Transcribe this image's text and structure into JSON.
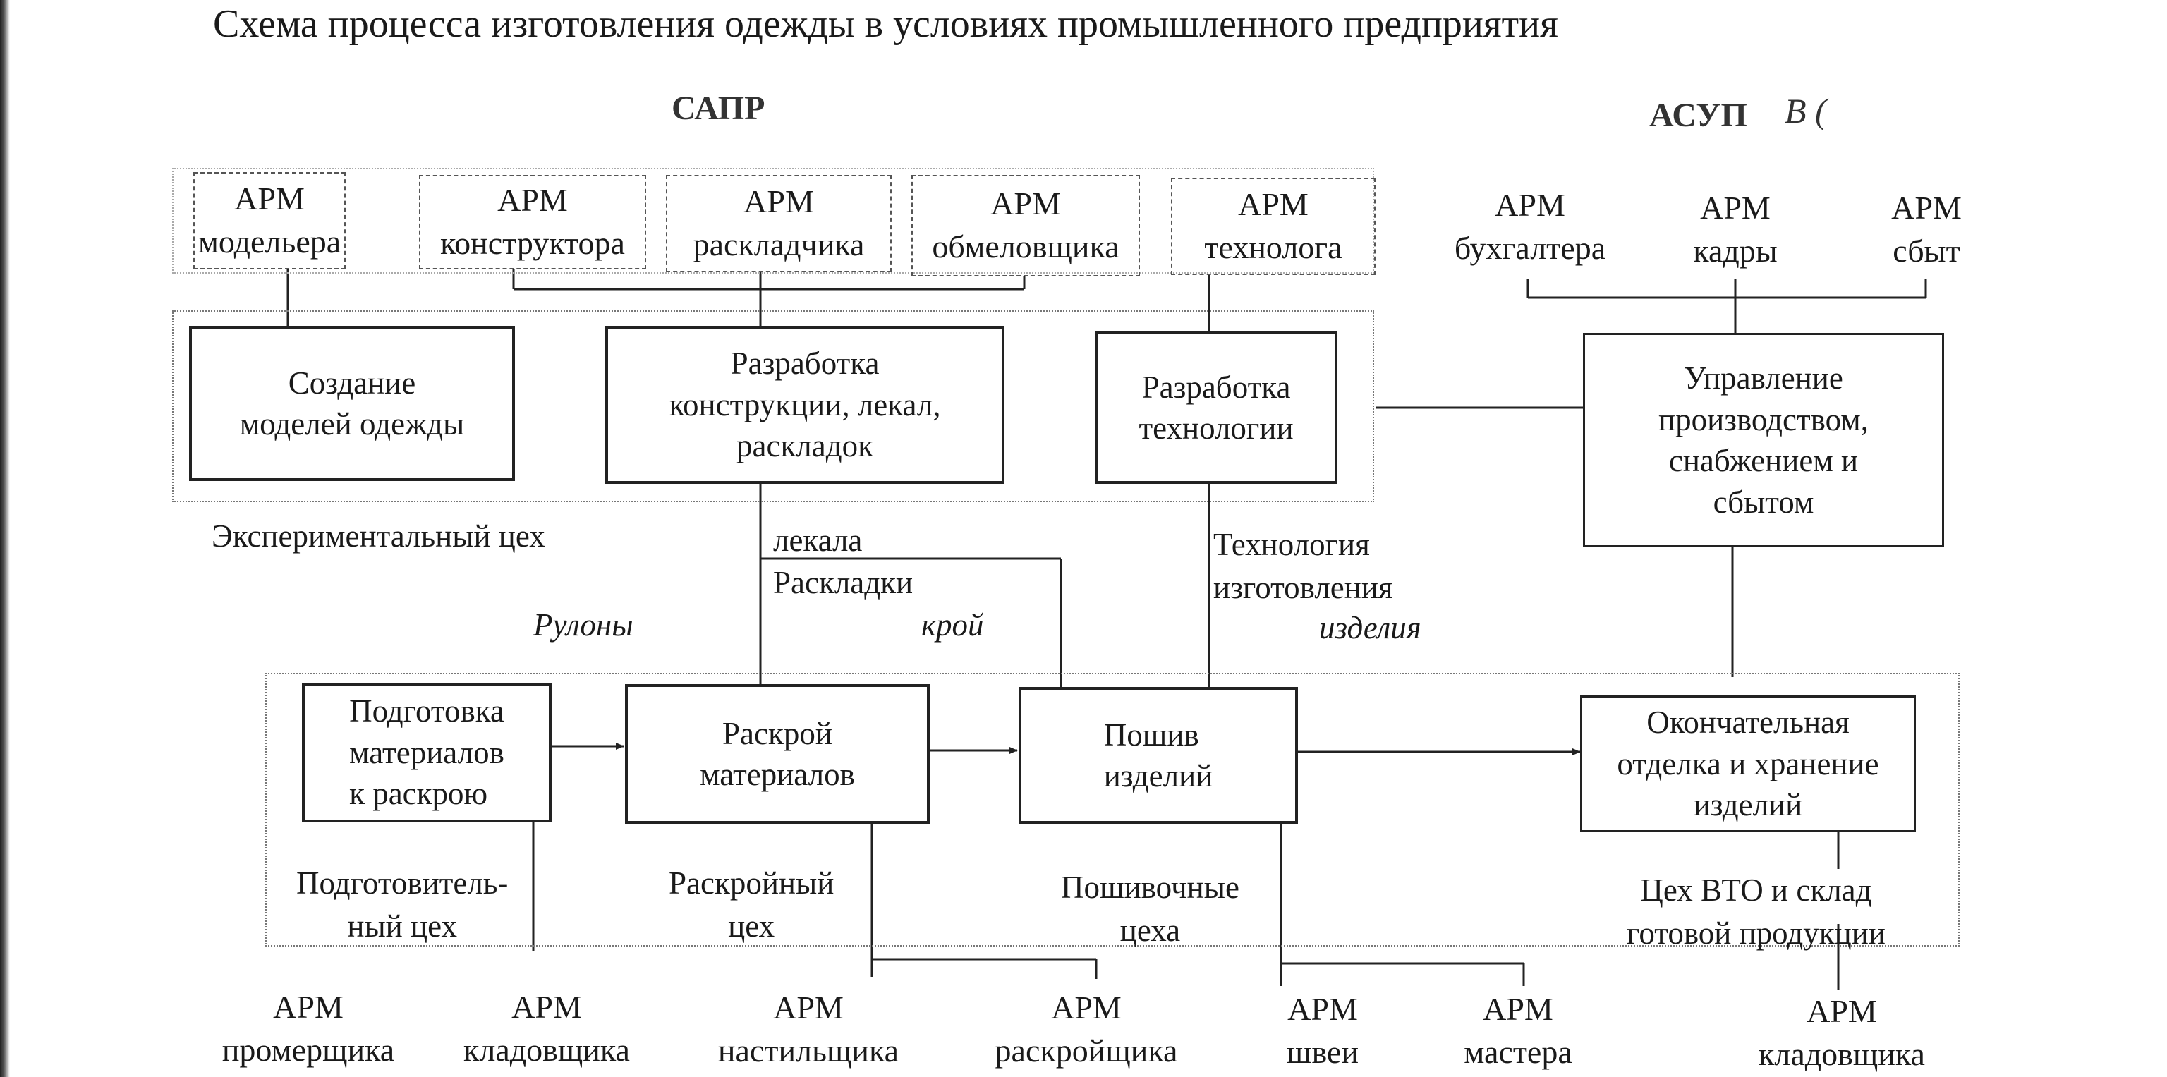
{
  "title": "Схема процесса изготовления одежды в условиях промышленного предприятия",
  "systems": {
    "sapr": "САПР",
    "asup": "АСУП",
    "handwritten_note": "В ("
  },
  "arm_sapr": [
    "АРМ\nмодельера",
    "АРМ\nконструктора",
    "АРМ\nраскладчика",
    "АРМ\nобмеловщика",
    "АРМ\nтехнолога"
  ],
  "arm_asup": [
    "АРМ\nбухгалтера",
    "АРМ\nкадры",
    "АРМ\nсбыт"
  ],
  "processes": {
    "create_models": "Создание\nмоделей одежды",
    "dev_construction": "Разработка\nконструкции, лекал,\nраскладок",
    "dev_technology": "Разработка\nтехнологии",
    "management": "Управление\nпроизводством,\nснабжением и\nсбытом",
    "prep_materials": "Подготовка\nматериалов\nк раскрою",
    "cutting": "Раскрой\nматериалов",
    "sewing": "Пошив\nизделий",
    "finishing": "Окончательная\nотделка и хранение\nизделий"
  },
  "zones": {
    "experimental": "Экспериментальный цех"
  },
  "flow_labels": {
    "lekala": "лекала",
    "raskladki": "Раскладки",
    "kroy": "крой",
    "rulony": "Рулоны",
    "technology": "Технология\nизготовления",
    "izdeliya": "изделия"
  },
  "workshops": {
    "prep": "Подготовитель-\nный  цех",
    "cutting": "Раскройный\nцех",
    "sewing": "Пошивочные\nцеха",
    "vto": "Цех ВТО и склад\nготовой продукции"
  },
  "arm_bottom": [
    "АРМ\nпромерщика",
    "АРМ\nкладовщика",
    "АРМ\nнастильщика",
    "АРМ\nраскройщика",
    "АРМ\nшвеи",
    "АРМ\nмастера",
    "АРМ\nкладовщика"
  ]
}
